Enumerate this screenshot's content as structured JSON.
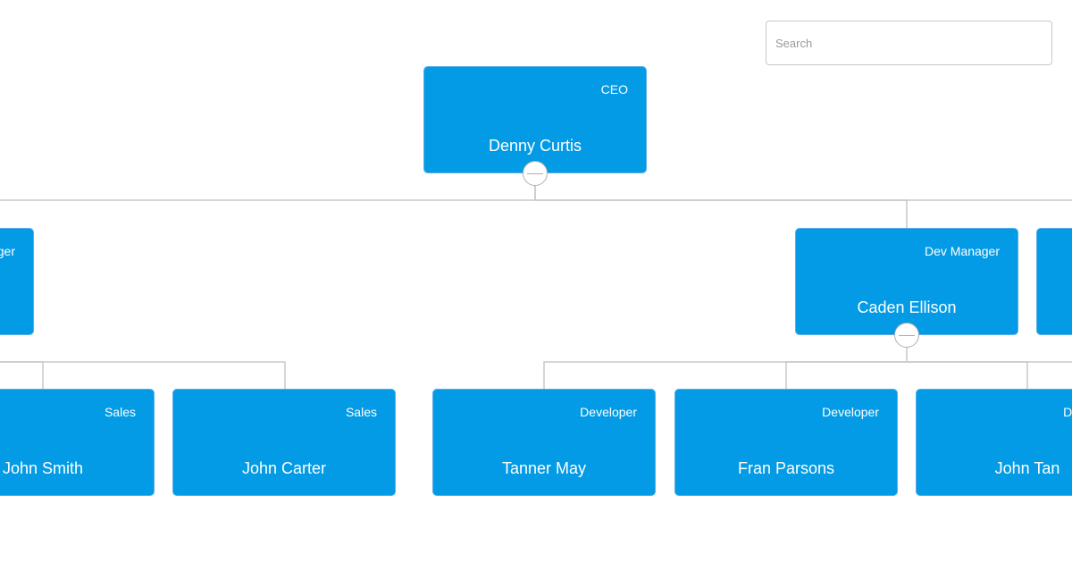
{
  "search": {
    "placeholder": "Search"
  },
  "colors": {
    "node_fill": "#039be5",
    "node_text": "#ffffff",
    "link": "#c8c8c8"
  },
  "nodes": [
    {
      "role": "CEO",
      "name": "Denny Curtis"
    },
    {
      "role": "Sales Manager",
      "name": ""
    },
    {
      "role": "Dev Manager",
      "name": "Caden Ellison"
    },
    {
      "role": "",
      "name": ""
    },
    {
      "role": "Sales",
      "name": "John Smith"
    },
    {
      "role": "Sales",
      "name": "John Carter"
    },
    {
      "role": "Developer",
      "name": "Tanner May"
    },
    {
      "role": "Developer",
      "name": "Fran Parsons"
    },
    {
      "role": "Developer",
      "name": "John Tan"
    }
  ]
}
